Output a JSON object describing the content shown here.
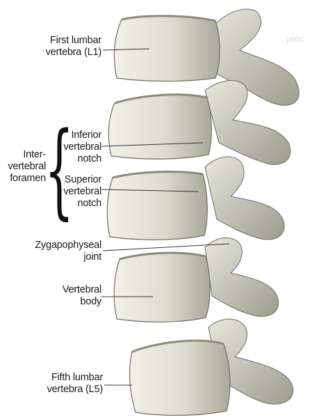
{
  "labels": {
    "l1": "First lumbar\nvertebra (L1)",
    "inferior_notch": "Inferior\nvertebral\nnotch",
    "foramen": "Inter-\nvertebral\nforamen",
    "superior_notch": "Superior\nvertebral\nnotch",
    "zygapophyseal": "Zygapophyseal\njoint",
    "body": "Vertebral\nbody",
    "l5": "Fifth lumbar\nvertebra (L5)",
    "cutoff": "proc"
  },
  "colors": {
    "bone": "#dcdccf",
    "bone_shadow": "#9fa091",
    "bone_edge": "#6e7064",
    "leader": "#333333",
    "label_text": "#1a1a1a"
  },
  "icons": {
    "brace": "left-curly-brace-icon"
  }
}
